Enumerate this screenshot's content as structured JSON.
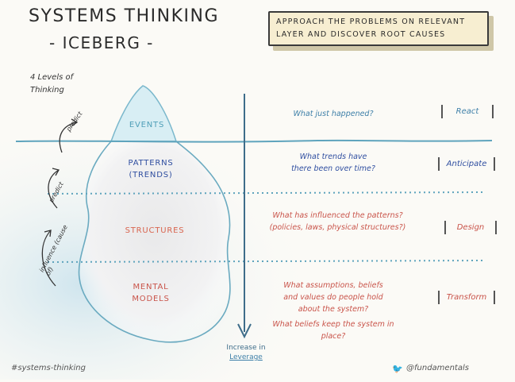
{
  "header": {
    "title": "SYSTEMS THINKING",
    "subtitle": "- ICEBERG -",
    "callout_line1": "APPROACH THE PROBLEMS ON RELEVANT",
    "callout_line2": "LAYER AND DISCOVER ROOT CAUSES"
  },
  "intro": {
    "line1": "4 Levels of",
    "line2": "Thinking"
  },
  "layers": [
    {
      "name_line1": "EVENTS",
      "name_line2": "",
      "color": "#4f9fb8",
      "question_line1": "What just happened?",
      "question_line2": "",
      "question_line3": "",
      "question_line4": "",
      "action": "React",
      "action_color": "#3d7fa8"
    },
    {
      "name_line1": "PATTERNS",
      "name_line2": "(TRENDS)",
      "color": "#2f4ea0",
      "question_line1": "What trends have",
      "question_line2": "there been over time?",
      "question_line3": "",
      "question_line4": "",
      "action": "Anticipate",
      "action_color": "#2f4ea0"
    },
    {
      "name_line1": "STRUCTURES",
      "name_line2": "",
      "color": "#d9654f",
      "question_line1": "What has influenced the patterns?",
      "question_line2": "(policies, laws, physical structures?)",
      "question_line3": "",
      "question_line4": "",
      "action": "Design",
      "action_color": "#c9544a"
    },
    {
      "name_line1": "MENTAL",
      "name_line2": "MODELS",
      "color": "#c9544a",
      "question_line1": "What assumptions, beliefs",
      "question_line2": "and values do people hold",
      "question_line3": "about the system?",
      "question_line4": "What beliefs keep the system in place?",
      "action": "Transform",
      "action_color": "#c9544a"
    }
  ],
  "side_labels": {
    "predict": "predict",
    "predict2": "predict",
    "influence": "influence (cause of)"
  },
  "arrow": {
    "line1": "Increase in",
    "line2": "Leverage"
  },
  "footer": {
    "hashtag": "#systems-thinking",
    "handle": "@fundamentals"
  },
  "colors": {
    "water": "#8ac3d8",
    "callout_bg": "#f7eed1",
    "accent_blue": "#3d7fa8",
    "accent_red": "#c9544a"
  }
}
